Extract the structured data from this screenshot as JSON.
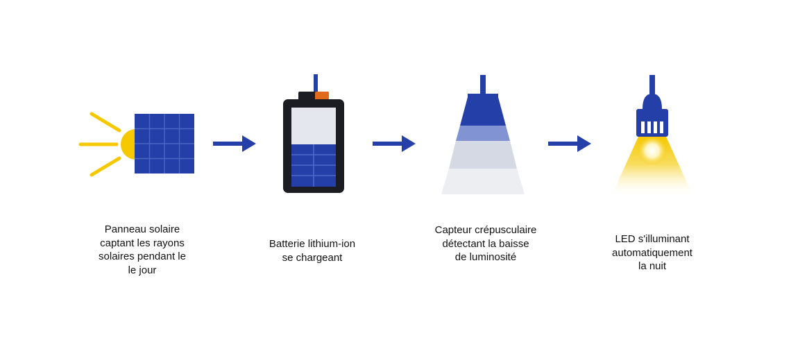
{
  "colors": {
    "blue": "#2440a8",
    "blue_dark": "#1d3590",
    "blue_light": "#8193d2",
    "yellow": "#f5c800",
    "orange": "#e06a1c",
    "battery_body": "#1b1d22",
    "battery_window": "#e4e7ee",
    "grey_light": "#d5d9e3",
    "grey_lighter": "#eceef2"
  },
  "steps": [
    {
      "icon": "solar-panel-icon",
      "caption_lines": [
        "Panneau solaire",
        "captant les rayons",
        "solaires pendant le",
        "le jour"
      ]
    },
    {
      "icon": "battery-icon",
      "caption_lines": [
        "Batterie lithium-ion",
        "se chargeant"
      ]
    },
    {
      "icon": "light-sensor-icon",
      "caption_lines": [
        "Capteur crépusculaire",
        "détectant la baisse",
        "de luminosité"
      ]
    },
    {
      "icon": "led-lamp-icon",
      "caption_lines": [
        "LED s'illuminant",
        "automatiquement",
        "la nuit"
      ]
    }
  ],
  "arrows": [
    "arrow-right-icon",
    "arrow-right-icon",
    "arrow-right-icon"
  ]
}
